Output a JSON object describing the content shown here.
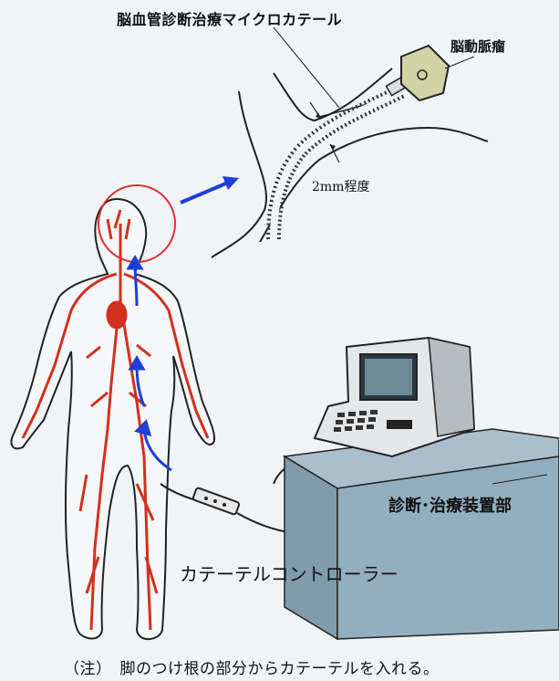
{
  "labels": {
    "catheter": "脳血管診断治療マイクロカテール",
    "aneurysm": "脳動脈瘤",
    "diameter": "2mm程度",
    "device": "診断･治療装置部",
    "controller": "カテーテルコントローラー",
    "note": "（注）　脚のつけ根の部分からカテーテルを入れる。"
  },
  "colors": {
    "vessels": "#d2301e",
    "arrows": "#1d3fd6",
    "magnify_circle": "#e03030",
    "table": "#8ea8b8",
    "outline": "#222222"
  }
}
